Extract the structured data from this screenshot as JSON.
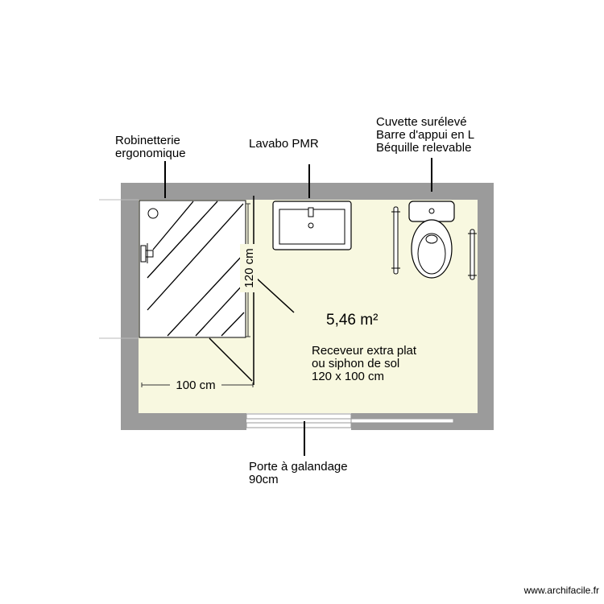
{
  "colors": {
    "wall": "#9b9b9b",
    "floor": "#f8f8e0",
    "fixture_line": "#000000",
    "dimension_line": "#333333"
  },
  "area_label": "5,46 m²",
  "shower": {
    "depth_label": "120 cm",
    "width_label": "100 cm"
  },
  "annotations": {
    "faucet": [
      "Robinetterie",
      "ergonomique"
    ],
    "sink": [
      "Lavabo PMR"
    ],
    "toilet": [
      "Cuvette surélevé",
      "Barre d'appui en L",
      "Béquille relevable"
    ],
    "shower_tray": [
      "Receveur extra plat",
      "ou siphon de sol",
      "120 x 100 cm"
    ],
    "door": [
      "Porte à galandage",
      "90cm"
    ]
  },
  "icons": {
    "sink": "washbasin-icon",
    "toilet": "toilet-icon",
    "grab_bars": "grab-bar-icon",
    "faucet": "shower-faucet-icon",
    "drain": "drain-icon"
  },
  "watermark": "www.archifacile.fr"
}
